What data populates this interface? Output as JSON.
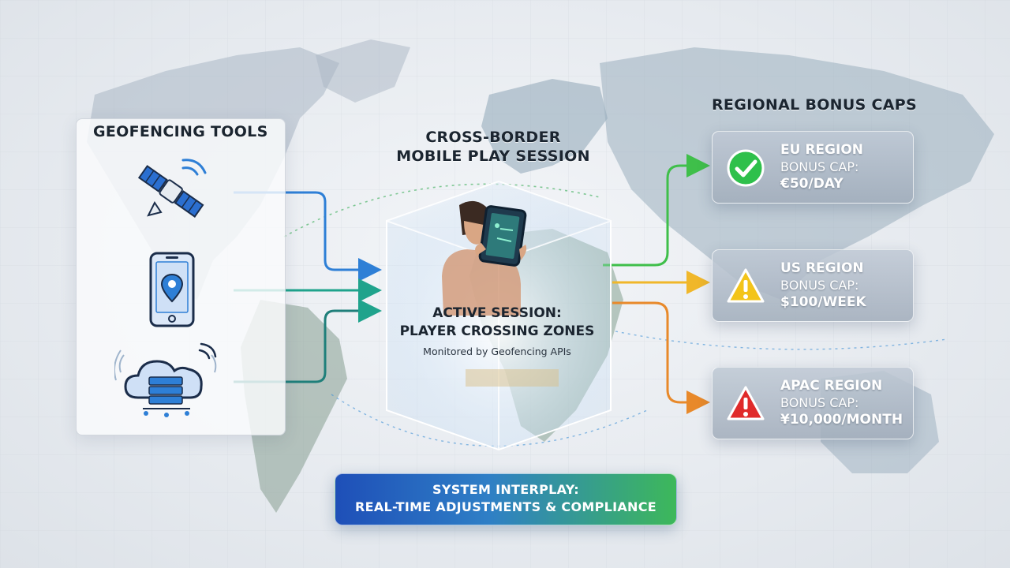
{
  "tools_panel": {
    "title": "Geofencing Tools",
    "tools": [
      {
        "icon": "satellite-icon"
      },
      {
        "icon": "phone-location-icon"
      },
      {
        "icon": "cloud-server-icon"
      }
    ]
  },
  "session": {
    "title_line1": "Cross-Border",
    "title_line2": "Mobile Play Session",
    "heading_line1": "Active Session:",
    "heading_line2": "Player Crossing Zones",
    "subtext": "Monitored by Geofencing APIs",
    "icon": "player-with-tablet-icon"
  },
  "caps": {
    "title": "Regional Bonus Caps",
    "regions": [
      {
        "region": "EU Region",
        "label": "Bonus Cap:",
        "value": "€50/Day",
        "status_icon": "check-icon",
        "color": "#2ec04b"
      },
      {
        "region": "US Region",
        "label": "Bonus Cap:",
        "value": "$100/Week",
        "status_icon": "warning-icon",
        "color": "#f3c41a"
      },
      {
        "region": "APAC Region",
        "label": "Bonus Cap:",
        "value": "¥10,000/Month",
        "status_icon": "alert-icon",
        "color": "#e02a2a"
      }
    ]
  },
  "banner": {
    "line1": "System Interplay:",
    "line2": "Real-Time Adjustments & Compliance"
  },
  "colors": {
    "blue": "#2e7fd6",
    "teal": "#1fa38c",
    "green": "#3fbf4a",
    "yellow": "#f0b72a",
    "orange": "#e8892a"
  }
}
